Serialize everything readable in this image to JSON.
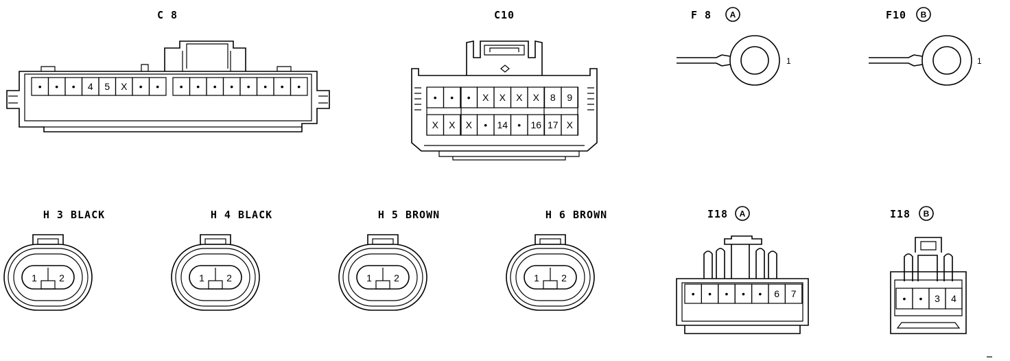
{
  "connectors": {
    "c8": {
      "label": "C 8",
      "pins_left": [
        "•",
        "•",
        "•",
        "4",
        "5",
        "X",
        "•",
        "•"
      ],
      "pins_right": [
        "•",
        "•",
        "•",
        "•",
        "•",
        "•",
        "•",
        "•"
      ]
    },
    "c10": {
      "label": "C10",
      "row1": [
        "•",
        "•",
        "•",
        "X",
        "X",
        "X",
        "X",
        "8",
        "9"
      ],
      "row2": [
        "X",
        "X",
        "X",
        "•",
        "14",
        "•",
        "16",
        "17",
        "X"
      ]
    },
    "f8": {
      "label": "F 8",
      "circle": "A",
      "pin": "1"
    },
    "f10": {
      "label": "F10",
      "circle": "B",
      "pin": "1"
    },
    "h3": {
      "label": "H 3  BLACK",
      "pins": [
        "1",
        "2"
      ]
    },
    "h4": {
      "label": "H 4  BLACK",
      "pins": [
        "1",
        "2"
      ]
    },
    "h5": {
      "label": "H 5  BROWN",
      "pins": [
        "1",
        "2"
      ]
    },
    "h6": {
      "label": "H 6  BROWN",
      "pins": [
        "1",
        "2"
      ]
    },
    "i18a": {
      "label": "I18",
      "circle": "A",
      "pins": [
        "•",
        "•",
        "•",
        "•",
        "•",
        "6",
        "7"
      ]
    },
    "i18b": {
      "label": "I18",
      "circle": "B",
      "pins": [
        "•",
        "•",
        "3",
        "4"
      ]
    }
  }
}
